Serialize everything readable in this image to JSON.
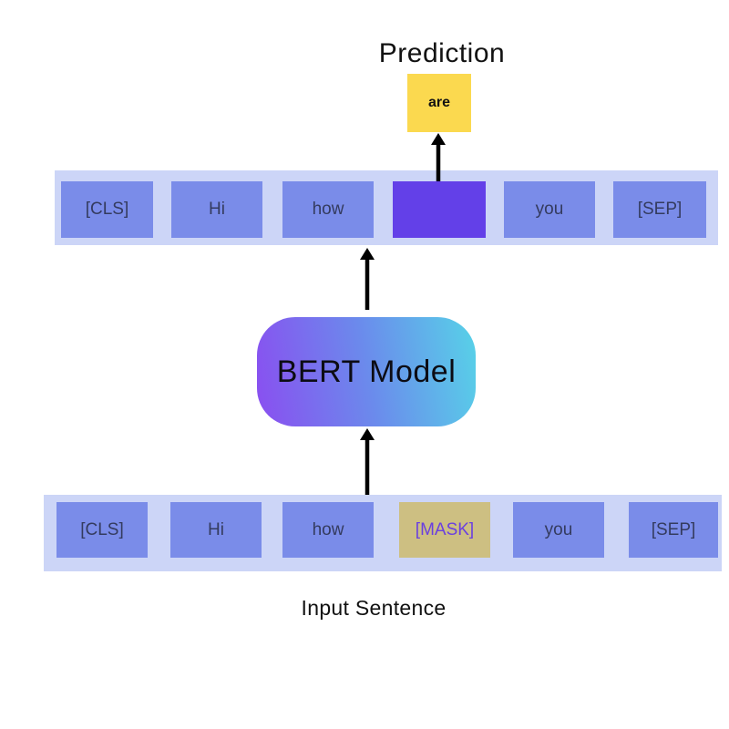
{
  "diagram": {
    "title": "Prediction",
    "prediction_token": "are",
    "model_label": "BERT Model",
    "input_caption": "Input Sentence"
  },
  "output_tokens": [
    {
      "label": "[CLS]",
      "type": "normal"
    },
    {
      "label": "Hi",
      "type": "normal"
    },
    {
      "label": "how",
      "type": "normal"
    },
    {
      "label": "",
      "type": "predicted-masked-position"
    },
    {
      "label": "you",
      "type": "normal"
    },
    {
      "label": "[SEP]",
      "type": "normal"
    }
  ],
  "input_tokens": [
    {
      "label": "[CLS]",
      "type": "normal"
    },
    {
      "label": "Hi",
      "type": "normal"
    },
    {
      "label": "how",
      "type": "normal"
    },
    {
      "label": "[MASK]",
      "type": "masked"
    },
    {
      "label": "you",
      "type": "normal"
    },
    {
      "label": "[SEP]",
      "type": "normal"
    }
  ],
  "colors": {
    "row_background": "#ccd5f7",
    "token_fill": "#7a8ce9",
    "token_text": "#343b5e",
    "predicted_token_fill": "#6340e8",
    "prediction_box_fill": "#fbd94f",
    "mask_token_fill": "#cdbf82",
    "mask_token_text": "#6a3fe0",
    "model_gradient_start": "#8a4ef0",
    "model_gradient_end": "#57d2e8",
    "arrow": "#000000",
    "text": "#121212"
  }
}
